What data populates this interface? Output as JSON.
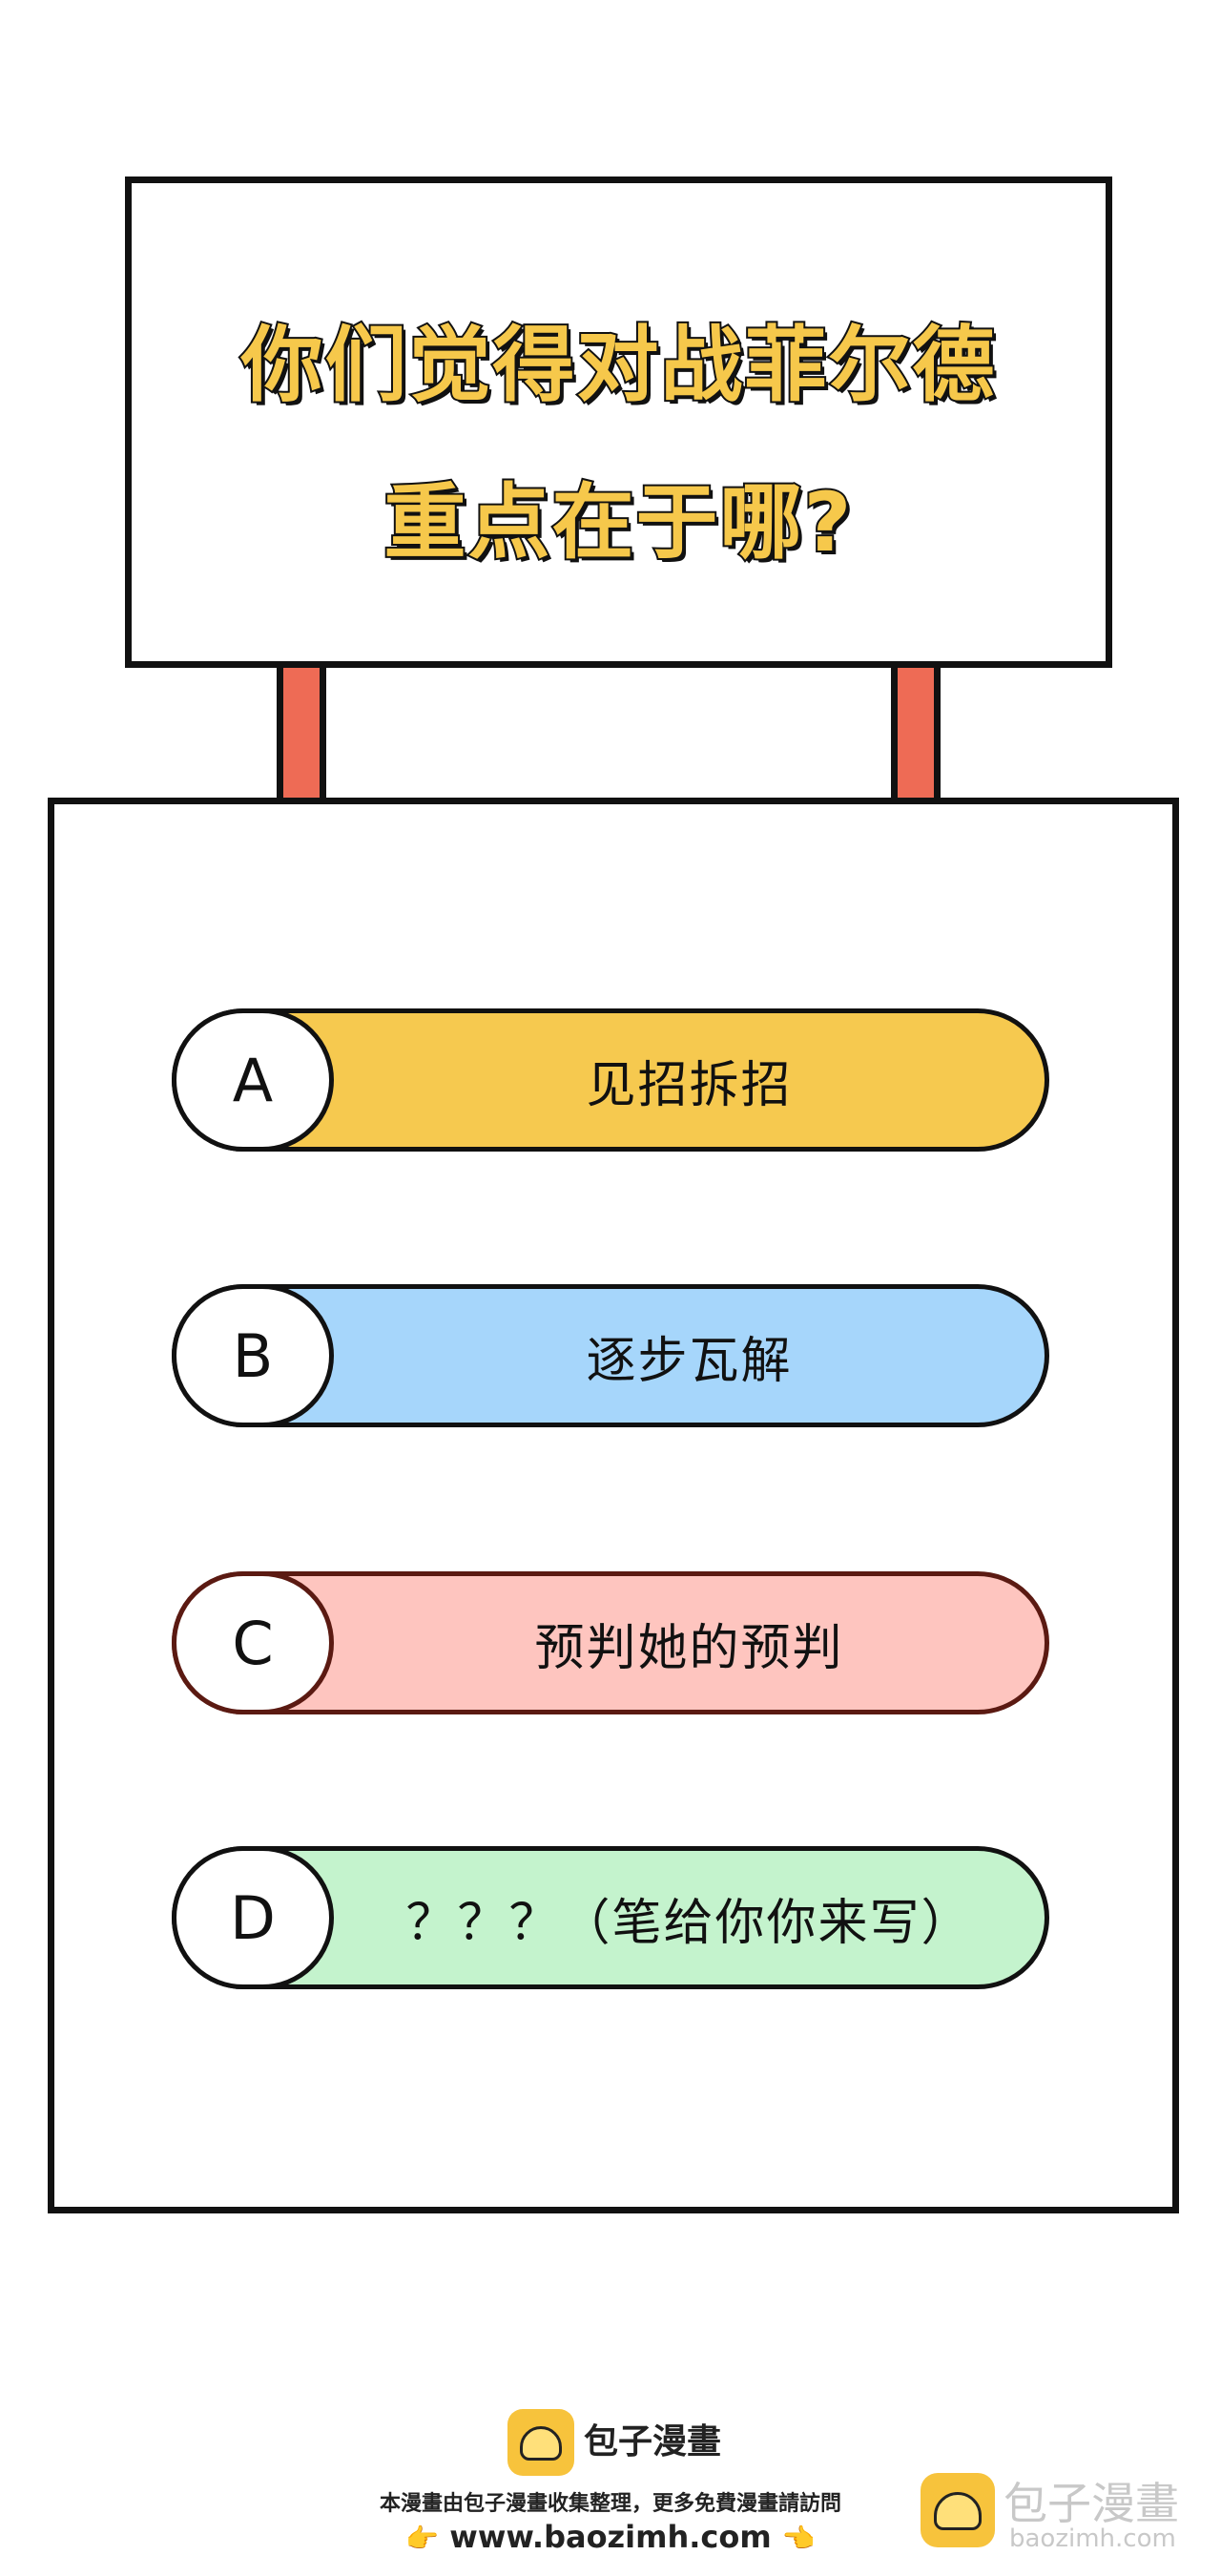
{
  "sign": {
    "line1": "你们觉得对战菲尔德",
    "line2": "重点在于哪?"
  },
  "options": [
    {
      "letter": "A",
      "text": "见招拆招",
      "color": "#f6c94f"
    },
    {
      "letter": "B",
      "text": "逐步瓦解",
      "color": "#a6d6fb"
    },
    {
      "letter": "C",
      "text": "预判她的预判",
      "color": "#fec5bf"
    },
    {
      "letter": "D",
      "text": "？？？（笔给你你来写）",
      "color": "#c4f3cd"
    }
  ],
  "footer": {
    "logo_icon": "baozi-logo-icon",
    "brand": "包子漫畫",
    "note": "本漫畫由包子漫畫收集整理，更多免費漫畫請訪問",
    "url": "www.baozimh.com",
    "hand_left": "👉",
    "hand_right": "👈"
  },
  "watermark": {
    "brand": "包子漫畫",
    "url": "baozimh.com"
  }
}
